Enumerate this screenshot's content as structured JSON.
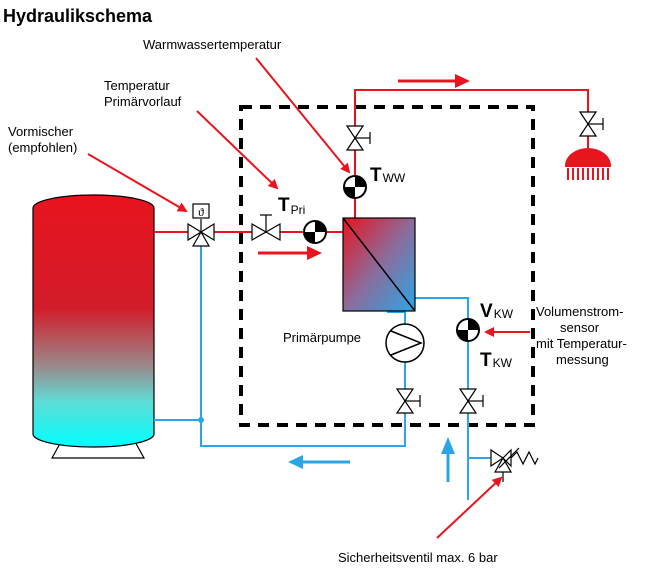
{
  "title": "Hydraulikschema",
  "labels": {
    "warmwasser": "Warmwassertemperatur",
    "temp_primaer_1": "Temperatur",
    "temp_primaer_2": "Primärvorlauf",
    "vormischer_1": "Vormischer",
    "vormischer_2": "(empfohlen)",
    "primaerpumpe": "Primärpumpe",
    "volumen_1": "Volumenstrom-",
    "volumen_2": "sensor",
    "volumen_3": "mit Temperatur-",
    "volumen_4": "messung",
    "sicherheit": "Sicherheitsventil max. 6 bar"
  },
  "symbols": {
    "t_pri": "T",
    "t_pri_sub": "Pri",
    "t_ww": "T",
    "t_ww_sub": "WW",
    "v_kw": "V",
    "v_kw_sub": "KW",
    "t_kw": "T",
    "t_kw_sub": "KW"
  },
  "colors": {
    "hot": "#e8141e",
    "cold": "#2aa6e6",
    "arrow": "#e8141e",
    "frame": "#000000"
  }
}
